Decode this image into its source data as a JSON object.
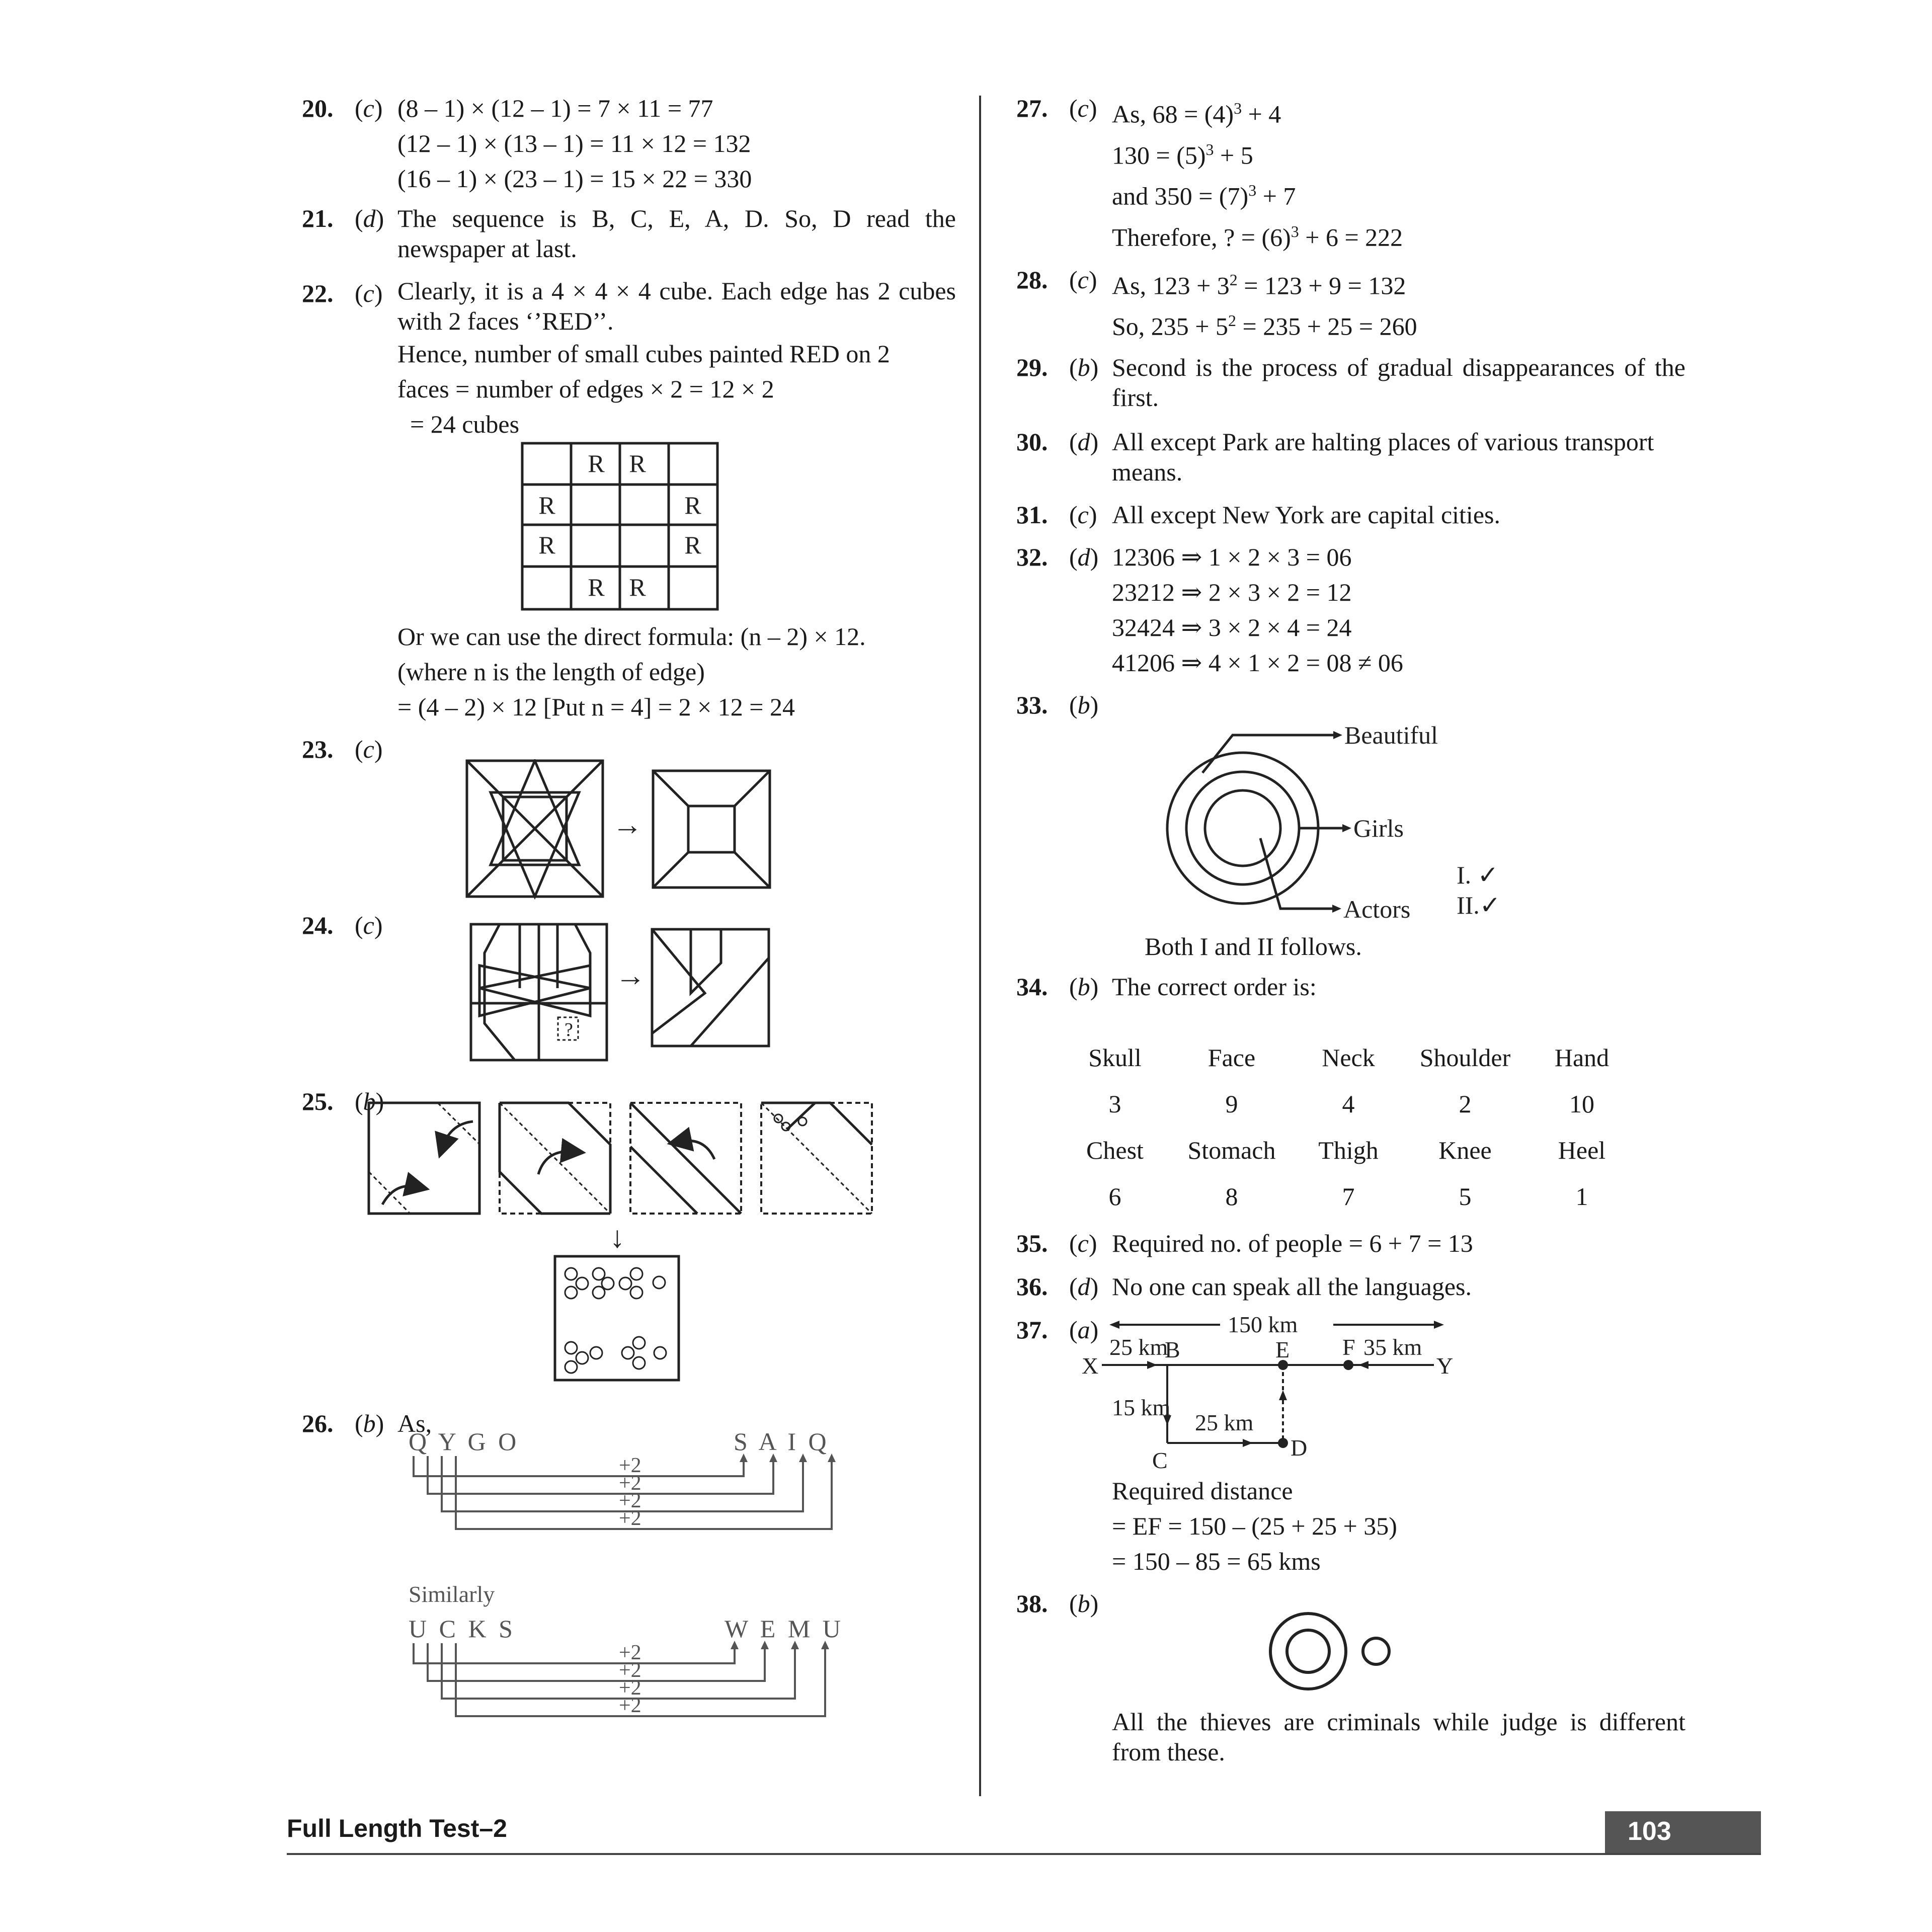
{
  "q20": {
    "num": "20.",
    "ans": "c",
    "lines": [
      "(8 – 1) × (12 – 1) = 7 × 11 = 77",
      "(12 – 1) × (13 – 1) = 11 × 12 = 132",
      "(16 – 1) × (23 – 1) = 15 × 22 = 330"
    ]
  },
  "q21": {
    "num": "21.",
    "ans": "d",
    "text": "The sequence is B, C, E, A, D. So, D read the newspaper at last."
  },
  "q22": {
    "num": "22.",
    "ans": "c",
    "text1": "Clearly, it is a 4 × 4 × 4 cube. Each edge has 2 cubes with 2 faces ‘’RED’’.",
    "text2": "Hence, number of small cubes painted RED on 2",
    "text3": "faces = number of edges × 2 = 12 × 2",
    "text4": "= 24 cubes",
    "grid_letter": "R",
    "text5": "Or we can use the direct formula: (n – 2) × 12.",
    "text6": "(where n is the length of edge)",
    "text7": "= (4 – 2) × 12 [Put n = 4] = 2 × 12 = 24"
  },
  "q23": {
    "num": "23.",
    "ans": "c",
    "arrow": "→"
  },
  "q24": {
    "num": "24.",
    "ans": "c",
    "arrow": "→",
    "mark": "?"
  },
  "q25": {
    "num": "25.",
    "ans": "b",
    "arrow": "↓"
  },
  "q26": {
    "num": "26.",
    "ans": "b",
    "text": "As,",
    "row1_src": "Q Y G O",
    "row1_dst": "S A I Q",
    "plus": "+2",
    "similarly": "Similarly",
    "row2_src": "U C K S",
    "row2_dst": "W E M U"
  },
  "q27": {
    "num": "27.",
    "ans": "c",
    "l1": "As, 68 = (4)",
    "l1b": " + 4",
    "l2": "130 = (5)",
    "l2b": " + 5",
    "l3": "and 350 = (7)",
    "l3b": " + 7",
    "l4": "Therefore, ? = (6)",
    "l4b": " + 6 = 222",
    "sup": "3"
  },
  "q28": {
    "num": "28.",
    "ans": "c",
    "l1": "As, 123 + 3",
    "l1b": " = 123 + 9 = 132",
    "l2": "So, 235 + 5",
    "l2b": " = 235 + 25 = 260",
    "sup": "2"
  },
  "q29": {
    "num": "29.",
    "ans": "b",
    "text": "Second is the process of gradual disappearances of the first."
  },
  "q30": {
    "num": "30.",
    "ans": "d",
    "text": "All except Park are halting places of various transport means."
  },
  "q31": {
    "num": "31.",
    "ans": "c",
    "text": "All except New York are capital cities."
  },
  "q32": {
    "num": "32.",
    "ans": "d",
    "lines": [
      "12306 ⇒ 1 × 2 × 3 = 06",
      "23212 ⇒ 2 × 3 × 2 = 12",
      "32424 ⇒ 3 × 2 × 4 = 24",
      "41206 ⇒ 4 × 1 × 2 = 08 ≠ 06"
    ]
  },
  "q33": {
    "num": "33.",
    "ans": "b",
    "labels": [
      "Beautiful",
      "Girls",
      "Actors"
    ],
    "checks": [
      "I. ✓",
      "II.✓"
    ],
    "text": "Both I and II follows."
  },
  "q34": {
    "num": "34.",
    "ans": "b",
    "text": "The correct order is:",
    "row1": [
      "Skull",
      "Face",
      "Neck",
      "Shoulder",
      "Hand"
    ],
    "row2": [
      "3",
      "9",
      "4",
      "2",
      "10"
    ],
    "row3": [
      "Chest",
      "Stomach",
      "Thigh",
      "Knee",
      "Heel"
    ],
    "row4": [
      "6",
      "8",
      "7",
      "5",
      "1"
    ]
  },
  "q35": {
    "num": "35.",
    "ans": "c",
    "text": "Required no. of people = 6 + 7 = 13"
  },
  "q36": {
    "num": "36.",
    "ans": "d",
    "text": "No one can speak all the languages."
  },
  "q37": {
    "num": "37.",
    "ans": "a",
    "total": "150 km",
    "d1": "25 km",
    "d2": "35 km",
    "d3": "15 km",
    "d4": "25 km",
    "points": [
      "X",
      "B",
      "E",
      "F",
      "Y",
      "C",
      "D"
    ],
    "l1": "Required distance",
    "l2": "= EF  = 150 – (25 + 25 + 35)",
    "l3": "= 150 – 85 = 65 kms"
  },
  "q38": {
    "num": "38.",
    "ans": "b",
    "text": "All the thieves are criminals while judge is different from these."
  },
  "footer": {
    "title": "Full Length Test–2",
    "page": "103"
  }
}
